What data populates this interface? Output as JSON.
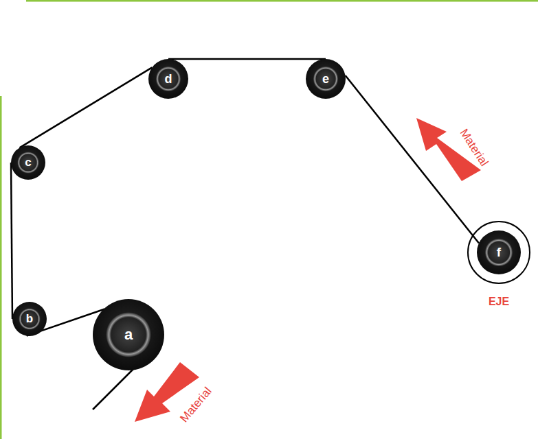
{
  "diagram": {
    "nodes": [
      {
        "text": [
          "a"
        ]
      },
      {
        "text": [
          "b"
        ]
      },
      {
        "text": [
          "c"
        ]
      },
      {
        "text": [
          "d"
        ]
      },
      {
        "text": [
          "e"
        ]
      },
      {
        "text": [
          "f"
        ]
      }
    ],
    "edges": [
      {
        "from": 5,
        "to": 4,
        "arrow": "none"
      },
      {
        "from": 4,
        "to": 3,
        "arrow": "none"
      },
      {
        "from": 3,
        "to": 2,
        "arrow": "none"
      },
      {
        "from": 2,
        "to": 1,
        "arrow": "none"
      },
      {
        "from": 1,
        "to": 0,
        "arrow": "none"
      }
    ],
    "labels": [
      "Material",
      "Material",
      "EJE"
    ]
  }
}
